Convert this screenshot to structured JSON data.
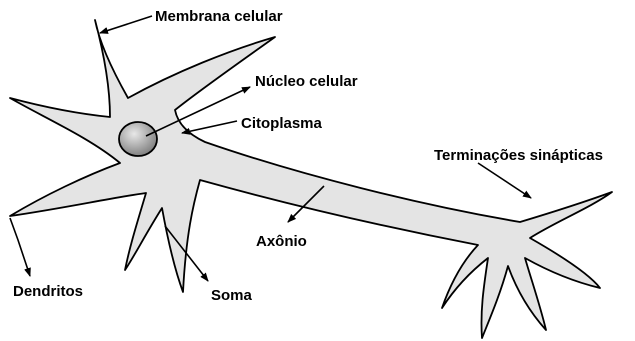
{
  "labels": {
    "membrana": "Membrana celular",
    "nucleo": "Núcleo celular",
    "citoplasma": "Citoplasma",
    "terminacoes": "Terminações sinápticas",
    "axonio": "Axônio",
    "dendritos": "Dendritos",
    "soma": "Soma"
  },
  "colors": {
    "cell_fill": "#e4e4e4",
    "outline": "#000000",
    "nucleus_light": "#e8e8e8",
    "nucleus_dark": "#7a7a7a"
  }
}
